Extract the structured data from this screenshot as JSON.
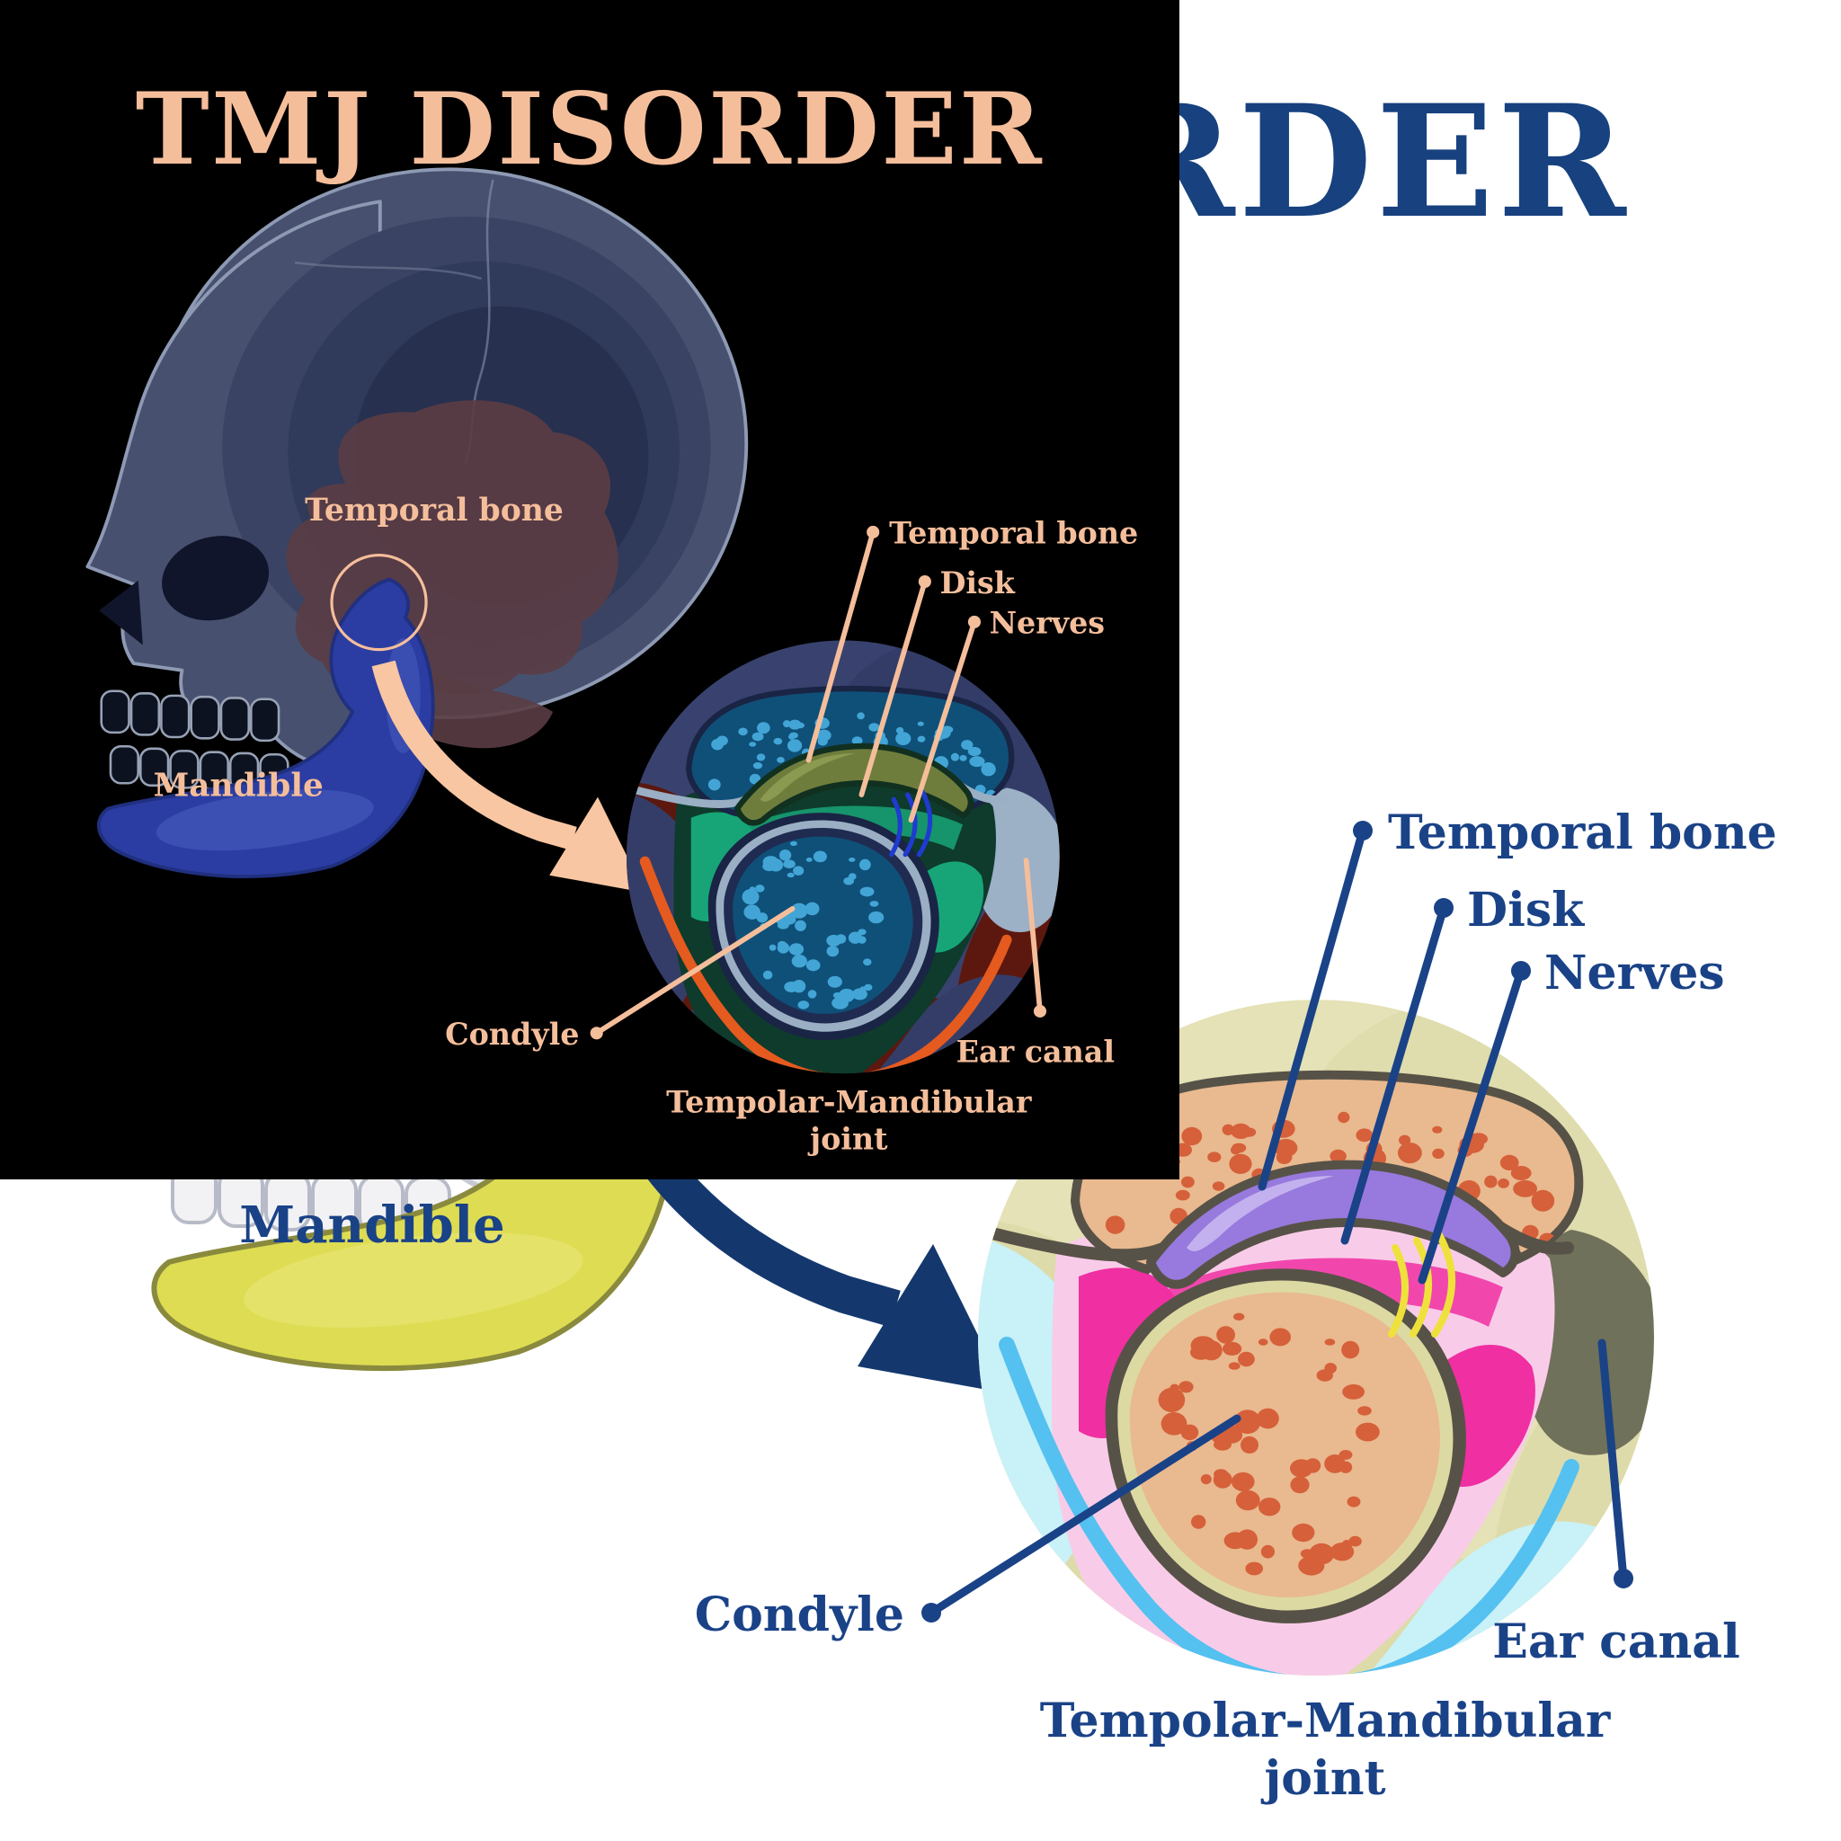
{
  "title": "TMJ DISORDER",
  "skull_labels": {
    "temporal_bone": "Temporal bone",
    "mandible": "Mandible"
  },
  "joint_labels": {
    "temporal_bone": "Temporal bone",
    "disk": "Disk",
    "nerves": "Nerves",
    "condyle": "Condyle",
    "ear_canal": "Ear canal",
    "joint_line1": "Tempolar-Mandibular",
    "joint_line2": "joint"
  },
  "palettes": {
    "dark": {
      "bg": "#000000",
      "label": "#F5BE9B",
      "title": "#F5BE9B",
      "arrow": "#F8C6A2",
      "skull_outline": "#8E9AB4",
      "cr1": "#47516F",
      "cr2": "#3A4363",
      "cr3": "#303A5B",
      "cr4": "#27304F",
      "socket": "#10152B",
      "temporal_blob": "#5A3D44",
      "mandible": "#2B3DA2",
      "mandible_hi": "#4A5EC0",
      "mandible_outline": "#20307F",
      "tooth": "#0D1220",
      "tooth_outline": "#98A2B6",
      "circle_bg": "#39426E",
      "circle_shade": "#2F3860",
      "muscle": "#5C180F",
      "bone_bg": "#0F5078",
      "speckle": "#42A5D6",
      "bone_outline": "#1A2445",
      "capsule_fill": "#343D68",
      "capsule_line": "#9AAFC4",
      "disk_fill": "#6F7D3C",
      "disk_hi": "#8C9C52",
      "disk_outline": "#11301F",
      "syn_pale": "#0E3B2B",
      "syn_bright": "#17A578",
      "lower_outline": "#E55A1E",
      "condyle_ring": "#9AAFC4",
      "condyle_gap": "#202B52",
      "ear": "#9CB0C6",
      "nerve": "#1F3BD0",
      "title_shift": "0px"
    },
    "light": {
      "bg": "#FFFFFF",
      "label": "#1A4287",
      "title": "#17417F",
      "arrow": "#14386E",
      "skull_outline": "#C6C9D4",
      "cr1": "#EDEDF1",
      "cr2": "#E4E4EA",
      "cr3": "#DBDBE3",
      "cr4": "#D2D2DC",
      "socket": "#BFC2CF",
      "temporal_blob": "#DCCDD2",
      "mandible": "#DEDC52",
      "mandible_hi": "#EAE87A",
      "mandible_outline": "#8A8A3E",
      "tooth": "#F2F2F4",
      "tooth_outline": "#B7BBC7",
      "circle_bg": "#E4E2B6",
      "circle_shade": "#DBD8A6",
      "muscle": "#DEDBAB",
      "bone_bg": "#E9B98F",
      "speckle": "#D5603A",
      "bone_outline": "#575247",
      "capsule_fill": "#C9F1F8",
      "capsule_line": "#575247",
      "disk_fill": "#9879DD",
      "disk_hi": "#C4B4EE",
      "disk_outline": "#575247",
      "syn_pale": "#F8CCE8",
      "syn_bright": "#F02FA2",
      "lower_outline": "#55C1F0",
      "condyle_ring": "#DDD9A2",
      "condyle_gap": "#E9B98F",
      "ear": "#70715A",
      "nerve": "#EFE13B",
      "title_shift": "-22px"
    }
  }
}
